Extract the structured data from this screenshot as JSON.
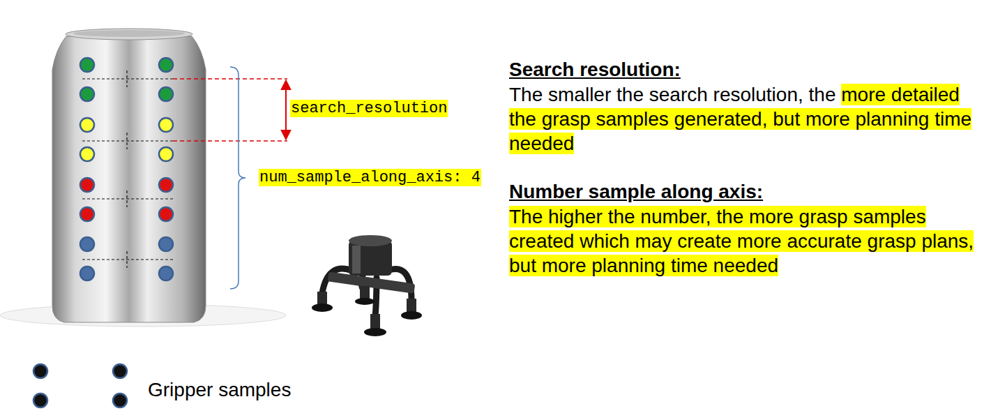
{
  "diagram": {
    "labels": [
      "search_resolution",
      "num_sample_along_axis: 4",
      "Search resolution:",
      "The smaller the search resolution, the more detailed the grasp samples generated, but more planning time needed",
      "Number sample along axis:",
      "The higher the number, the more grasp samples created which may create more accurate grasp plans, but more planning time needed"
    ],
    "legend": [
      {
        "text": "Gripper samples"
      }
    ]
  }
}
